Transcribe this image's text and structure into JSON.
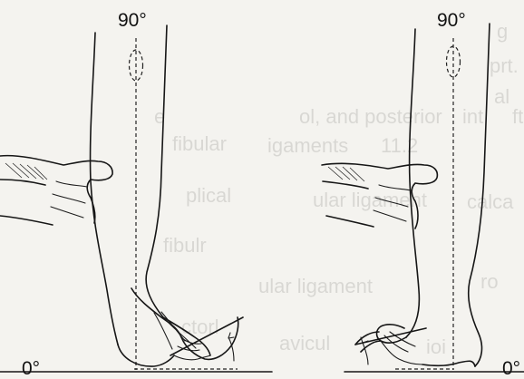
{
  "figure": {
    "panels": [
      {
        "top_angle": "90°",
        "bottom_angle": "0°"
      },
      {
        "top_angle": "90°",
        "bottom_angle": "0°"
      }
    ]
  },
  "bleed_through": [
    "g",
    "prt.",
    "ol, and posterior",
    "int",
    "e",
    "al",
    "ftib",
    "fibular",
    "igaments",
    "11.2",
    "plical",
    "ular ligament",
    "calca",
    "fibulr",
    "ular ligament",
    "ro",
    "ctorl",
    "avicul",
    "ioi"
  ]
}
